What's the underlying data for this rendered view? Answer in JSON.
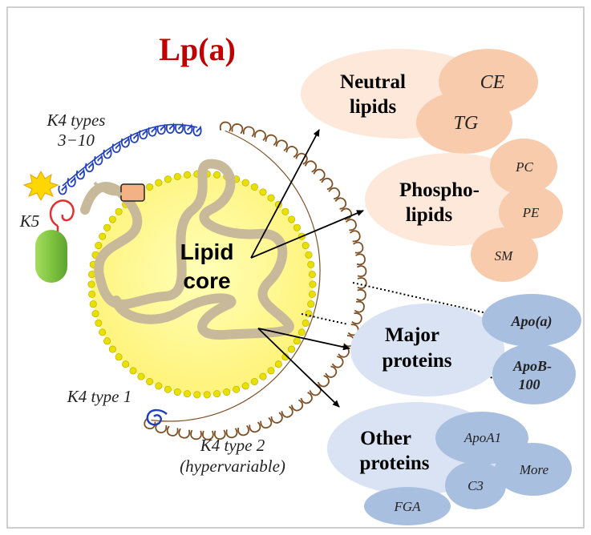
{
  "title": "Lp(a)",
  "core_label": [
    "Lipid",
    "core"
  ],
  "kringle_labels": {
    "k4_310": [
      "K4 types",
      "3−10"
    ],
    "k5": "K5",
    "k4_type1": "K4 type 1",
    "k4_type2": [
      "K4 type 2",
      "(hypervariable)"
    ]
  },
  "groups": {
    "neutral_lipids": {
      "label": [
        "Neutral",
        "lipids"
      ],
      "items": [
        "CE",
        "TG"
      ]
    },
    "phospholipids": {
      "label": [
        "Phospho-",
        "lipids"
      ],
      "items": [
        "PC",
        "PE",
        "SM"
      ]
    },
    "major_proteins": {
      "label": [
        "Major",
        "proteins"
      ],
      "items": [
        "Apo(a)",
        "ApoB-",
        "100"
      ]
    },
    "other_proteins": {
      "label": [
        "Other",
        "proteins"
      ],
      "items": [
        "ApoA1",
        "More",
        "C3",
        "FGA"
      ]
    }
  },
  "colors": {
    "title": "#c00000",
    "lipid_fill": "#fde8da",
    "lipid_item": "#f8cbad",
    "protein_fill": "#dae3f3",
    "protein_item": "#a9bfe0",
    "core_fill": "#ffff99",
    "phospholipid_heads": "#e8e000",
    "apob_strand": "#c8b99a",
    "kringle_brown": "#7f4f24",
    "kringle_blue": "#1f3fbf",
    "kringle_red": "#e03030",
    "protease_green": "#7ec440",
    "star": "#ffd700"
  }
}
